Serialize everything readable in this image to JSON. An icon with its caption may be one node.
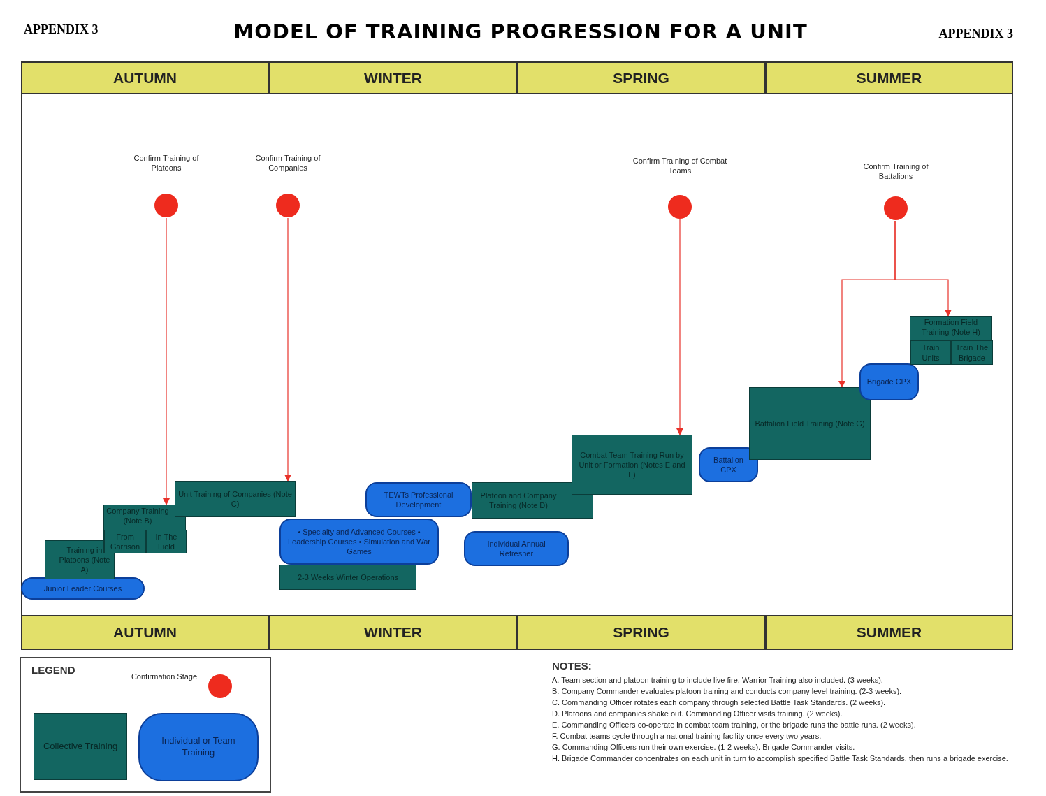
{
  "diagram": {
    "title": "MODEL OF TRAINING PROGRESSION FOR A UNIT",
    "nodes": [
      {
        "text": [
          "AUTUMN"
        ]
      },
      {
        "text": [
          "WINTER"
        ]
      },
      {
        "text": [
          "SPRING"
        ]
      },
      {
        "text": [
          "SUMMER"
        ]
      },
      {
        "text": [
          "Confirm Training of Platoons"
        ]
      },
      {
        "text": [
          "Confirm Training of Companies"
        ]
      },
      {
        "text": [
          "Confirm Training of Combat Teams"
        ]
      },
      {
        "text": [
          "Confirm Training of Battalions"
        ]
      },
      {
        "text": [
          "Junior Leader Courses"
        ]
      },
      {
        "text": [
          "Training in Platoons (Note A)"
        ]
      },
      {
        "text": [
          "Company Training (Note B)"
        ]
      },
      {
        "text": [
          "From Garrison"
        ],
        "in": 10
      },
      {
        "text": [
          "In The Field"
        ],
        "in": 10
      },
      {
        "text": [
          "Unit Training of Companies (Note C)"
        ]
      },
      {
        "text": [
          "TEWTs Professional Development"
        ]
      },
      {
        "text": [
          "• Specialty and Advanced Courses • Leadership Courses • Simulation and War Games"
        ]
      },
      {
        "text": [
          "2-3 Weeks Winter Operations"
        ]
      },
      {
        "text": [
          "Platoon and Company Training (Note D)"
        ]
      },
      {
        "text": [
          "Individual Annual Refresher"
        ]
      },
      {
        "text": [
          "Combat Team Training Run by Unit or Formation (Notes E and F)"
        ]
      },
      {
        "text": [
          "Battalion CPX"
        ]
      },
      {
        "text": [
          "Battalion Field Training (Note G)"
        ]
      },
      {
        "text": [
          "Brigade CPX"
        ]
      },
      {
        "text": [
          "Formation Field Training (Note H)"
        ]
      },
      {
        "text": [
          "Train Units"
        ],
        "in": 23
      },
      {
        "text": [
          "Train The Brigade"
        ],
        "in": 23
      },
      {
        "text": [
          "AUTUMN"
        ]
      },
      {
        "text": [
          "WINTER"
        ]
      },
      {
        "text": [
          "SPRING"
        ]
      },
      {
        "text": [
          "SUMMER"
        ]
      }
    ],
    "edges": [
      {
        "from": 4,
        "to": 10,
        "arrow": "to"
      },
      {
        "from": 5,
        "to": 13,
        "arrow": "to"
      },
      {
        "from": 6,
        "to": 19,
        "arrow": "to"
      },
      {
        "from": 7,
        "to": 21,
        "arrow": "to"
      },
      {
        "from": 7,
        "to": 23,
        "arrow": "to"
      }
    ],
    "labels": [
      "APPENDIX 3",
      "APPENDIX 3",
      "LEGEND",
      "NOTES:",
      "A. Team section and platoon training to include live fire. Warrior Training also included. (3 weeks).",
      "B. Company Commander evaluates platoon training and conducts company level training. (2-3 weeks).",
      "C. Commanding Officer rotates each company through selected Battle Task Standards. (2 weeks).",
      "D. Platoons and companies shake out. Commanding Officer visits training. (2 weeks).",
      "E. Commanding Officers co-operate in combat team training, or the brigade runs the battle runs. (2 weeks).",
      "F. Combat teams cycle through a national training facility once every two years.",
      "G. Commanding Officers run their own exercise. (1-2 weeks). Brigade Commander visits.",
      "H. Brigade Commander concentrates on each unit in turn to accomplish specified Battle Task Standards, then runs a brigade exercise."
    ],
    "legend": [
      {
        "text": "Confirmation Stage",
        "color": "#ee2b1e"
      },
      {
        "text": "Collective Training",
        "color": "#136661"
      },
      {
        "text": "Individual or Team Training",
        "color": "#1c6fe0"
      }
    ]
  }
}
